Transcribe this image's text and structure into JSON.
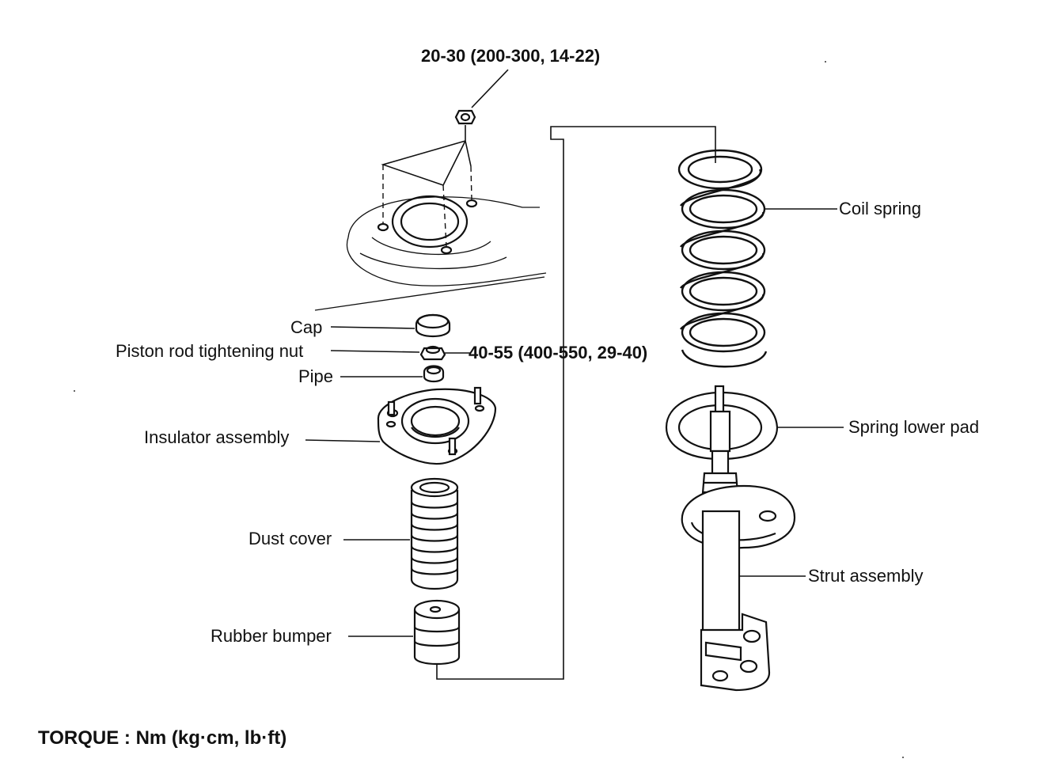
{
  "labels": {
    "torque_top": "20-30 (200-300, 14-22)",
    "torque_nut": "40-55 (400-550, 29-40)",
    "cap": "Cap",
    "piston_nut": "Piston rod tightening nut",
    "pipe": "Pipe",
    "insulator": "Insulator assembly",
    "dust_cover": "Dust cover",
    "rubber_bumper": "Rubber bumper",
    "coil_spring": "Coil spring",
    "spring_lower_pad": "Spring lower pad",
    "strut_assembly": "Strut assembly",
    "torque_units": "TORQUE : Nm (kg·cm, lb·ft)"
  }
}
